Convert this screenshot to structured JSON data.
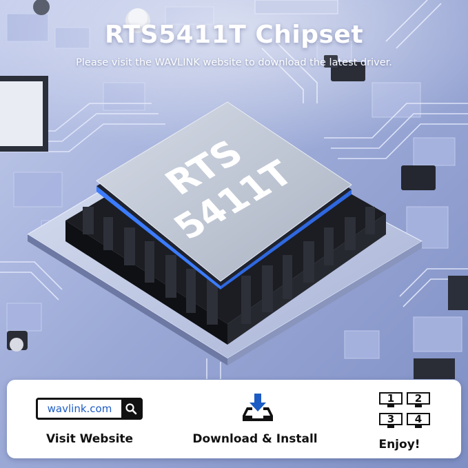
{
  "banner": {
    "title": "RTS5411T Chipset",
    "subtitle": "Please visit the WAVLINK website to download the latest driver."
  },
  "chip": {
    "line1": "RTS",
    "line2": "5411T"
  },
  "steps": [
    {
      "label": "Visit Website",
      "url_text": "wavlink.com",
      "icon": "search-icon"
    },
    {
      "label": "Download & Install",
      "icon": "download-tray-icon"
    },
    {
      "label": "Enjoy!",
      "icon": "multi-monitor-icon",
      "monitor_numbers": [
        "1",
        "2",
        "3",
        "4"
      ]
    }
  ],
  "colors": {
    "background": "#8d9ccd",
    "board_light": "#b4c0e6",
    "chip_top": "#c7cdd8",
    "chip_edge_glow": "#3b7cff",
    "url_text": "#1c5bc4",
    "panel": "#ffffff"
  }
}
